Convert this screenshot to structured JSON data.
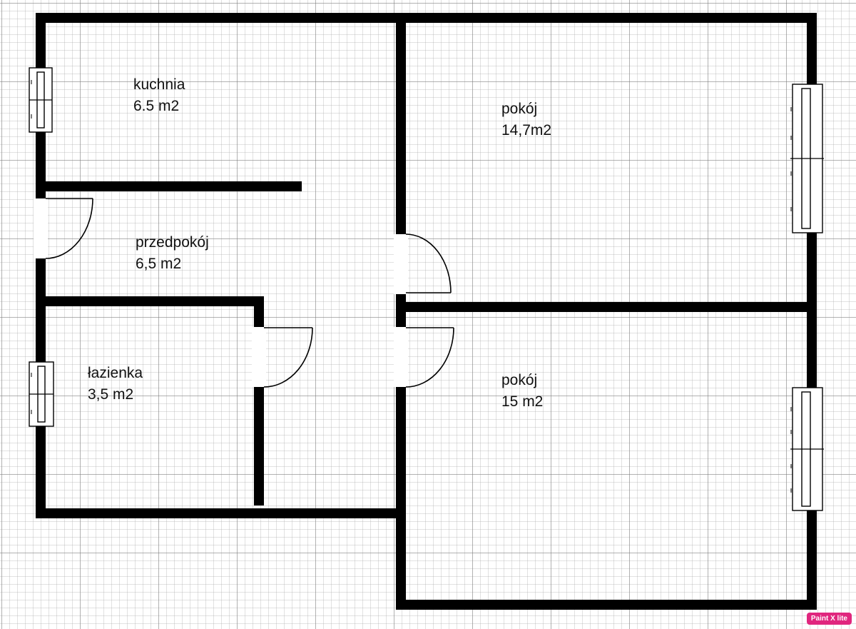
{
  "rooms": {
    "kitchen": {
      "name": "kuchnia",
      "area": "6.5 m2"
    },
    "room1": {
      "name": "pokój",
      "area": "14,7m2"
    },
    "hallway": {
      "name": "przedpokój",
      "area": "6,5 m2"
    },
    "bathroom": {
      "name": "łazienka",
      "area": "3,5 m2"
    },
    "room2": {
      "name": "pokój",
      "area": "15 m2"
    }
  },
  "badge": {
    "label": "Paint X lite",
    "color": "#e0267e"
  }
}
